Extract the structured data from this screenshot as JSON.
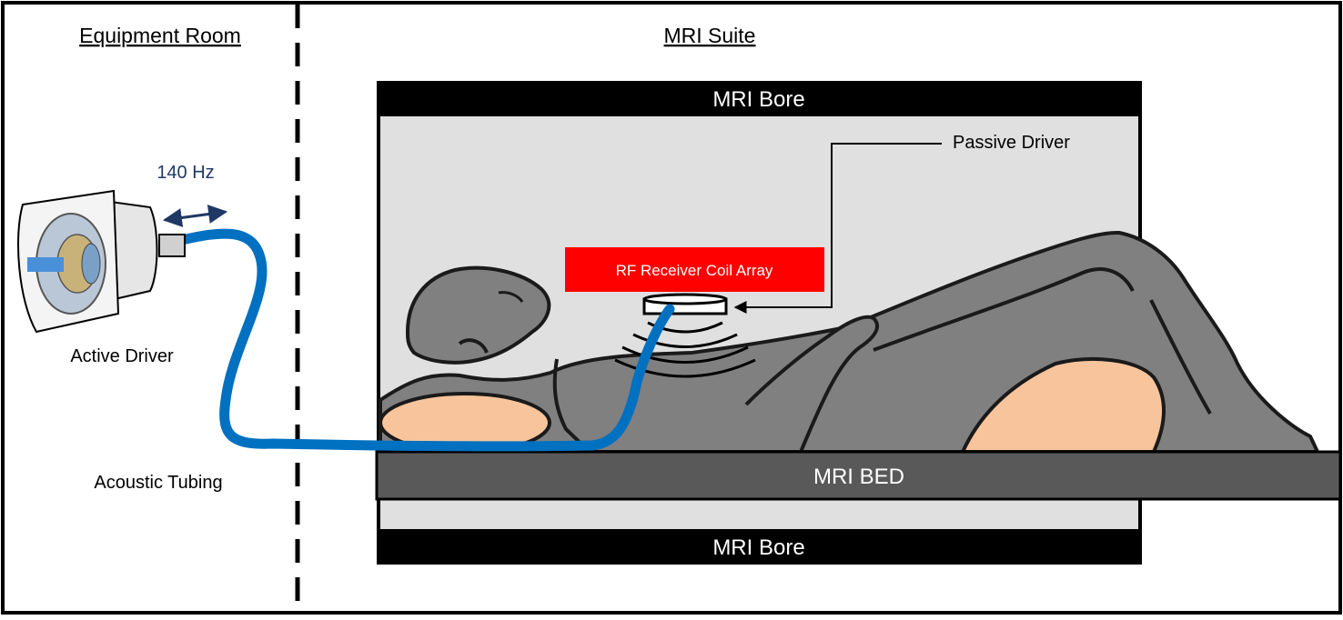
{
  "sections": {
    "equipment_room": "Equipment Room",
    "mri_suite": "MRI Suite"
  },
  "bore": {
    "top_label": "MRI Bore",
    "bottom_label": "MRI Bore"
  },
  "bed_label": "MRI BED",
  "coil_label": "RF Receiver Coil Array",
  "labels": {
    "passive_driver": "Passive Driver",
    "active_driver": "Active Driver",
    "frequency": "140 Hz",
    "acoustic_tubing": "Acoustic Tubing"
  },
  "colors": {
    "coil": "#ff0000",
    "tubing": "#0070c0",
    "body": "#808080",
    "cushion": "#f8c49c",
    "bore_band": "#000000",
    "bore_inner": "#e0e0e0",
    "bed": "#595959",
    "arrow": "#1f3864"
  }
}
